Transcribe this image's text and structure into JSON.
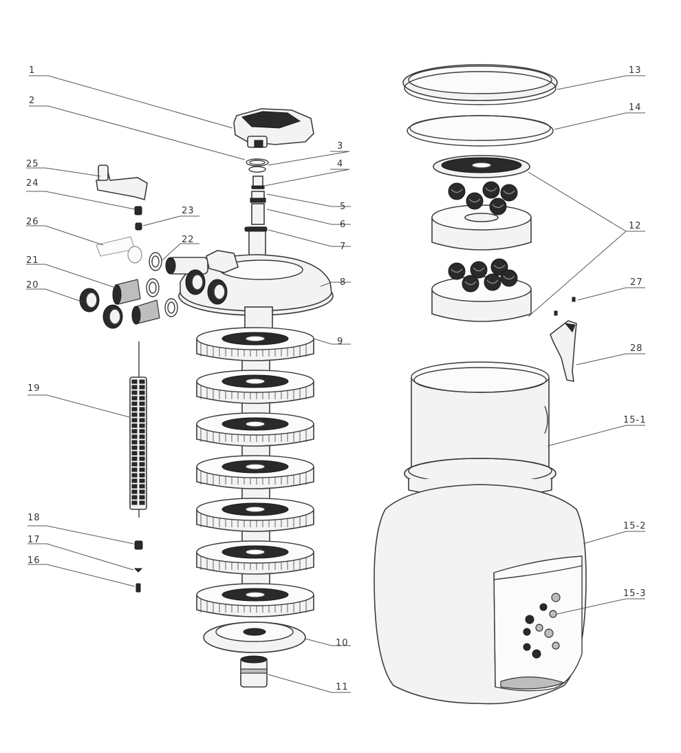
{
  "callouts": [
    {
      "id": "1",
      "text": "1"
    },
    {
      "id": "2",
      "text": "2"
    },
    {
      "id": "3",
      "text": "3"
    },
    {
      "id": "4",
      "text": "4"
    },
    {
      "id": "5",
      "text": "5"
    },
    {
      "id": "6",
      "text": "6"
    },
    {
      "id": "7",
      "text": "7"
    },
    {
      "id": "8",
      "text": "8"
    },
    {
      "id": "9",
      "text": "9"
    },
    {
      "id": "10",
      "text": "10"
    },
    {
      "id": "11",
      "text": "11"
    },
    {
      "id": "12",
      "text": "12"
    },
    {
      "id": "13",
      "text": "13"
    },
    {
      "id": "14",
      "text": "14"
    },
    {
      "id": "15-1",
      "text": "15-1"
    },
    {
      "id": "15-2",
      "text": "15-2"
    },
    {
      "id": "15-3",
      "text": "15-3"
    },
    {
      "id": "16",
      "text": "16"
    },
    {
      "id": "17",
      "text": "17"
    },
    {
      "id": "18",
      "text": "18"
    },
    {
      "id": "19",
      "text": "19"
    },
    {
      "id": "20",
      "text": "20"
    },
    {
      "id": "21",
      "text": "21"
    },
    {
      "id": "22",
      "text": "22"
    },
    {
      "id": "23",
      "text": "23"
    },
    {
      "id": "24",
      "text": "24"
    },
    {
      "id": "25",
      "text": "25"
    },
    {
      "id": "26",
      "text": "26"
    },
    {
      "id": "27",
      "text": "27"
    },
    {
      "id": "28",
      "text": "28"
    }
  ]
}
